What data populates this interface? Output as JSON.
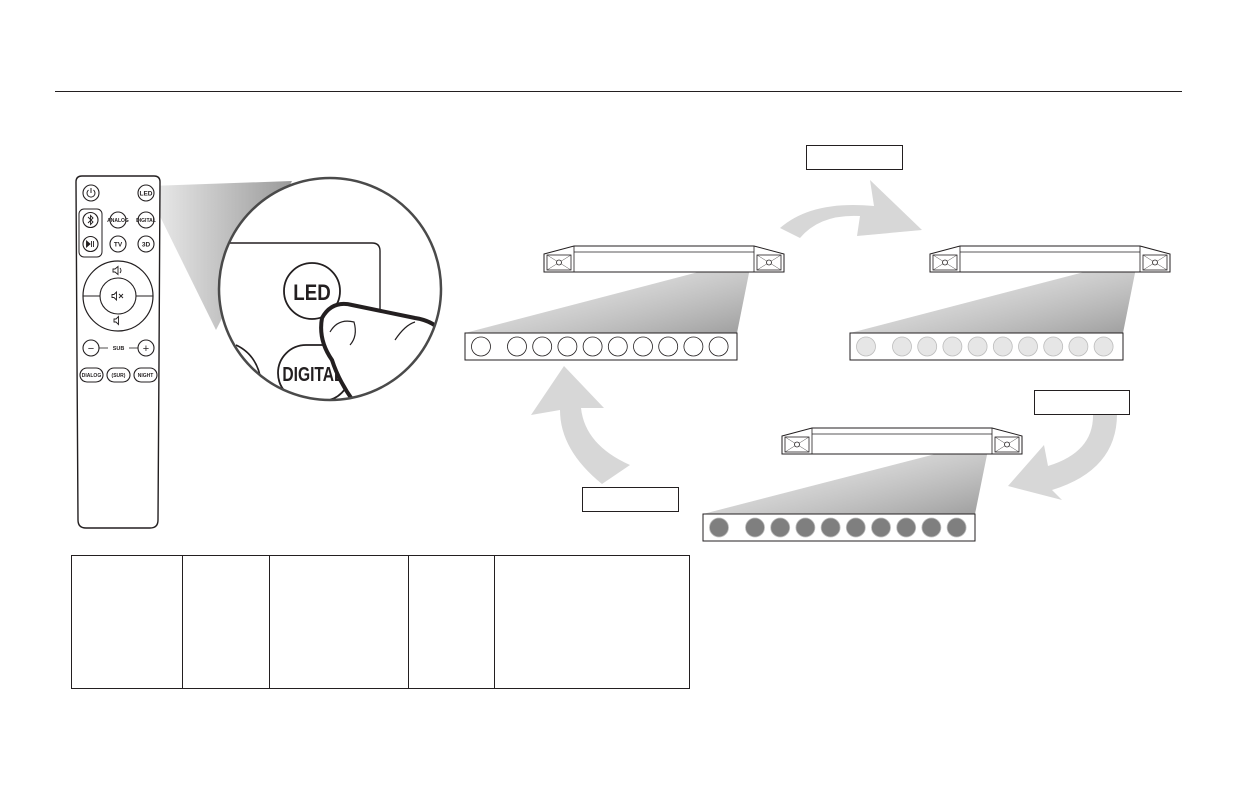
{
  "remote": {
    "buttons": {
      "power_icon": "power-icon",
      "led": "LED",
      "bluetooth_icon": "bluetooth-icon",
      "analog": "ANALOG",
      "digital": "DIGITAL",
      "play_pause_icon": "play-pause-icon",
      "tv": "TV",
      "mode_3d": "3D",
      "volume_up_icon": "volume-up-icon",
      "mute_icon": "mute-icon",
      "volume_down_icon": "volume-down-icon",
      "sub_minus": "−",
      "sub": "SUB",
      "sub_plus": "+",
      "dialog": "DIALOG",
      "smart_surround": "(SUR)",
      "night": "NIGHT"
    }
  },
  "zoom": {
    "led_button": "LED",
    "digital_button": "DIGITAL"
  },
  "brightness_states": [
    {
      "indicator_color": "#ffffff",
      "label": ""
    },
    {
      "indicator_color": "#e6e6e6",
      "label": ""
    },
    {
      "indicator_color": "#7f7f7f",
      "label": ""
    }
  ],
  "colors": {
    "line": "#231f20",
    "arrow": "#d7d7d7",
    "beam": "#b8b8b8"
  },
  "table": {
    "rows": [
      [
        "",
        "",
        "",
        "",
        ""
      ]
    ]
  }
}
